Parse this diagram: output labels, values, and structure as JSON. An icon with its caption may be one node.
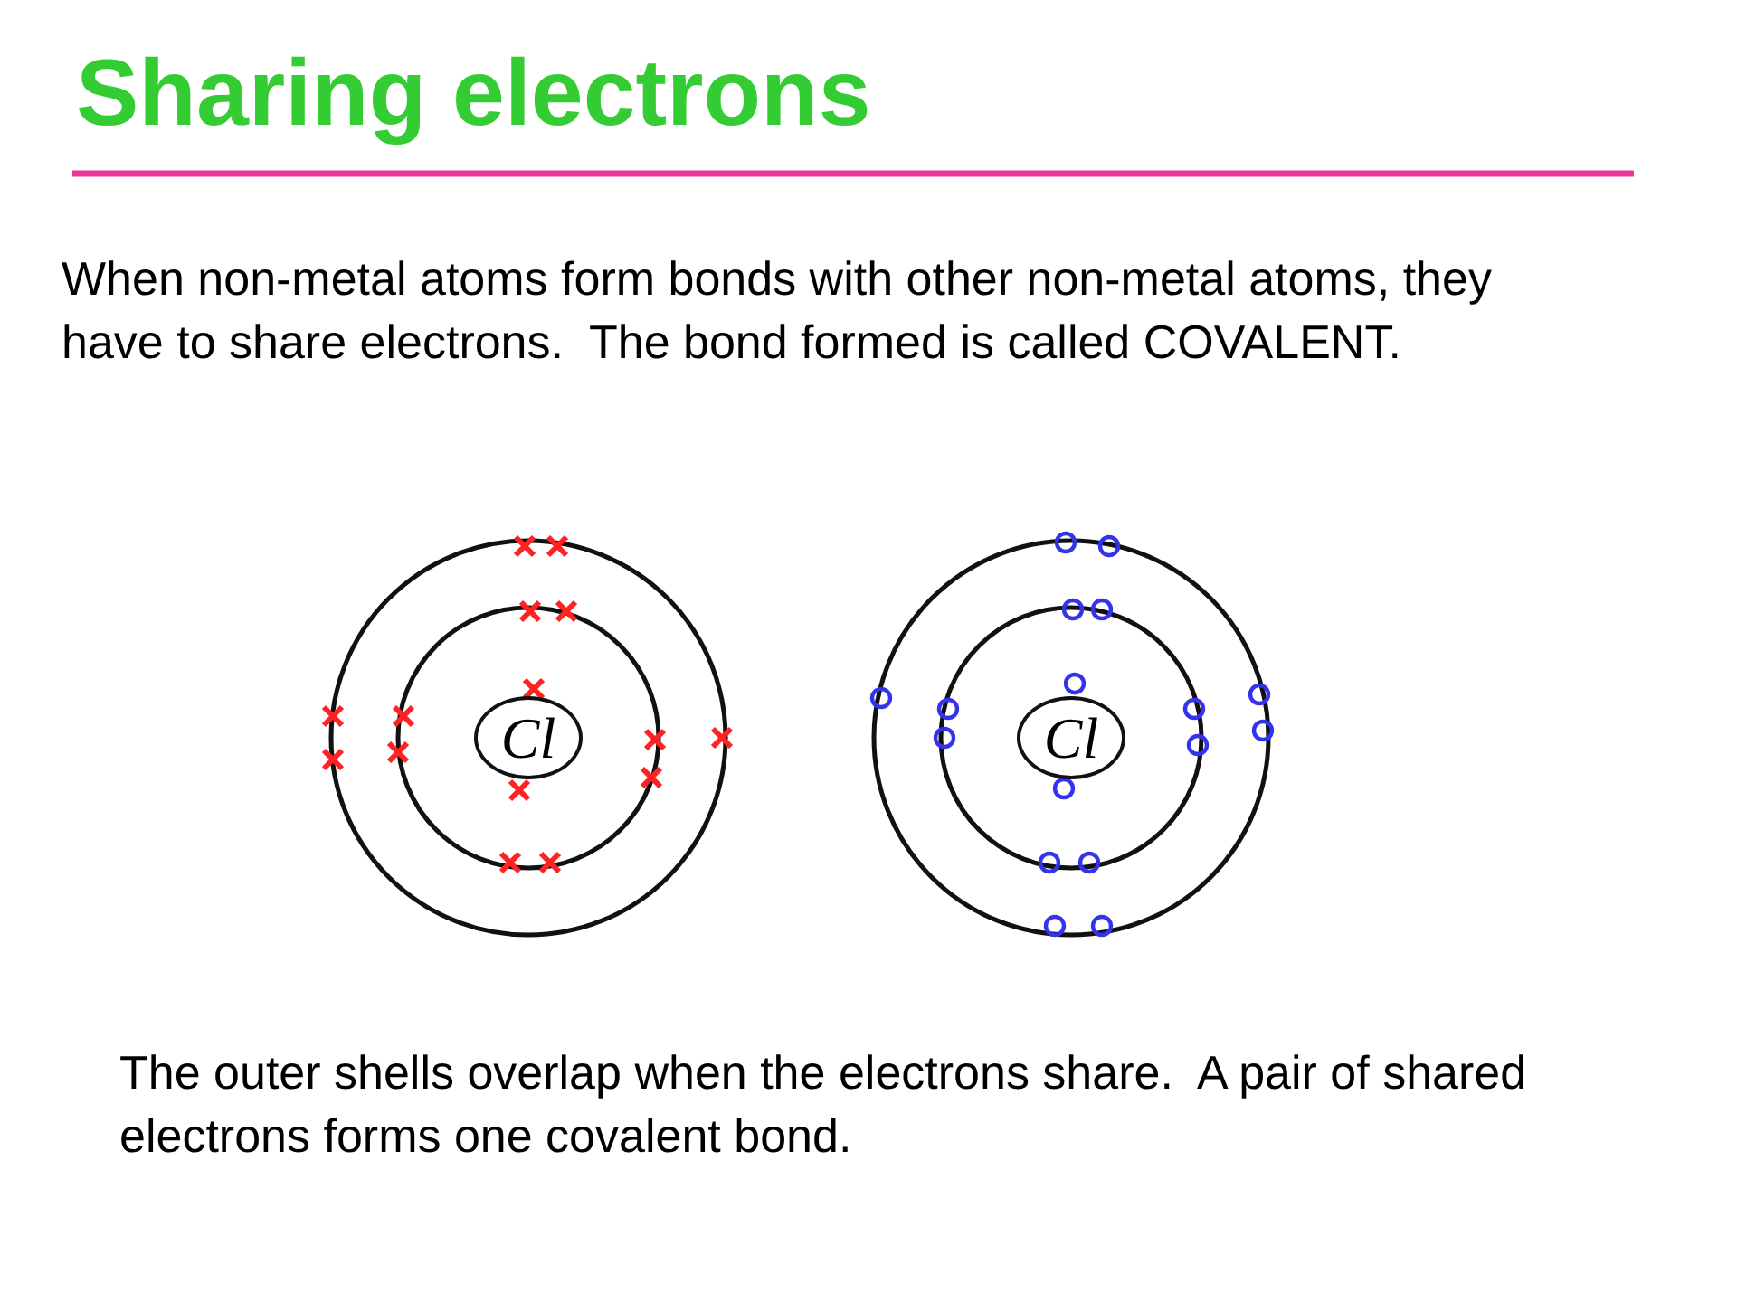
{
  "diagram": {
    "title": "Sharing electrons",
    "nodes": [
      {
        "text": [
          "Cl"
        ]
      },
      {
        "text": [
          "Cl"
        ]
      }
    ],
    "edges": [],
    "labels": [
      "When non-metal atoms form bonds with other non-metal atoms, they have to share electrons.  The bond formed is called COVALENT.",
      "The outer shells overlap when the electrons share.  A pair of shared electrons forms one covalent bond."
    ]
  }
}
